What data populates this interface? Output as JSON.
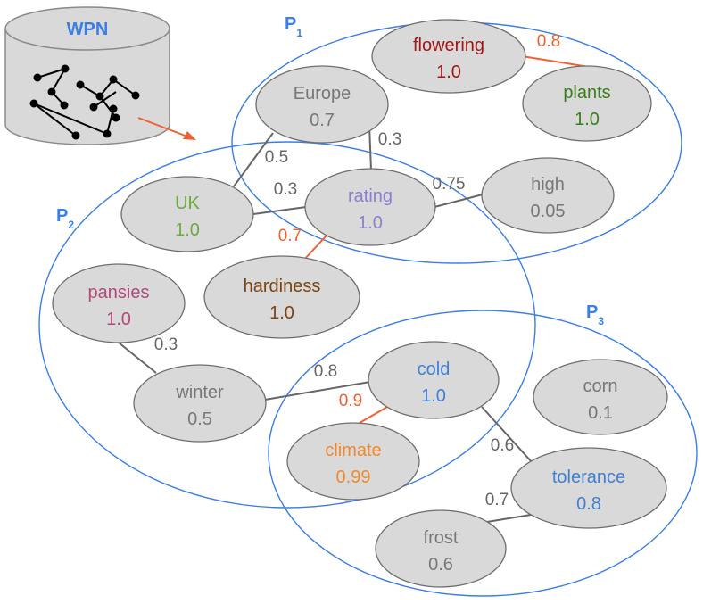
{
  "database": {
    "label": "WPN"
  },
  "partitions": [
    {
      "id": "p1",
      "letter": "P",
      "subscript": "1"
    },
    {
      "id": "p2",
      "letter": "P",
      "subscript": "2"
    },
    {
      "id": "p3",
      "letter": "P",
      "subscript": "3"
    }
  ],
  "nodes": [
    {
      "id": "flowering",
      "word": "flowering",
      "weight": "1.0",
      "color": "#a31515"
    },
    {
      "id": "plants",
      "word": "plants",
      "weight": "1.0",
      "color": "#3b7d1c"
    },
    {
      "id": "europe",
      "word": "Europe",
      "weight": "0.7",
      "color": "#777777"
    },
    {
      "id": "high",
      "word": "high",
      "weight": "0.05",
      "color": "#777777"
    },
    {
      "id": "rating",
      "word": "rating",
      "weight": "1.0",
      "color": "#8c7fd0"
    },
    {
      "id": "uk",
      "word": "UK",
      "weight": "1.0",
      "color": "#6bab3e"
    },
    {
      "id": "hardiness",
      "word": "hardiness",
      "weight": "1.0",
      "color": "#7a4412"
    },
    {
      "id": "pansies",
      "word": "pansies",
      "weight": "1.0",
      "color": "#b04a7a"
    },
    {
      "id": "winter",
      "word": "winter",
      "weight": "0.5",
      "color": "#777777"
    },
    {
      "id": "cold",
      "word": "cold",
      "weight": "1.0",
      "color": "#3f7fd6"
    },
    {
      "id": "corn",
      "word": "corn",
      "weight": "0.1",
      "color": "#777777"
    },
    {
      "id": "climate",
      "word": "climate",
      "weight": "0.99",
      "color": "#ee8a2d"
    },
    {
      "id": "tolerance",
      "word": "tolerance",
      "weight": "0.8",
      "color": "#3f7fd6"
    },
    {
      "id": "frost",
      "word": "frost",
      "weight": "0.6",
      "color": "#777777"
    }
  ],
  "edges": [
    {
      "id": "flowering-plants",
      "label": "0.8",
      "color": "#f06030",
      "label_color": "#f06030"
    },
    {
      "id": "europe-rating",
      "label": "0.3",
      "color": "#666666",
      "label_color": "#666666"
    },
    {
      "id": "europe-uk",
      "label": "0.5",
      "color": "#666666",
      "label_color": "#666666"
    },
    {
      "id": "uk-rating",
      "label": "0.3",
      "color": "#666666",
      "label_color": "#666666"
    },
    {
      "id": "rating-high",
      "label": "0.75",
      "color": "#666666",
      "label_color": "#666666"
    },
    {
      "id": "rating-hardiness",
      "label": "0.7",
      "color": "#f06030",
      "label_color": "#f06030"
    },
    {
      "id": "pansies-winter",
      "label": "0.3",
      "color": "#666666",
      "label_color": "#666666"
    },
    {
      "id": "winter-cold",
      "label": "0.8",
      "color": "#666666",
      "label_color": "#666666"
    },
    {
      "id": "cold-climate",
      "label": "0.9",
      "color": "#f06030",
      "label_color": "#f06030"
    },
    {
      "id": "cold-tolerance",
      "label": "0.6",
      "color": "#666666",
      "label_color": "#666666"
    },
    {
      "id": "tolerance-frost",
      "label": "0.7",
      "color": "#666666",
      "label_color": "#666666"
    }
  ]
}
